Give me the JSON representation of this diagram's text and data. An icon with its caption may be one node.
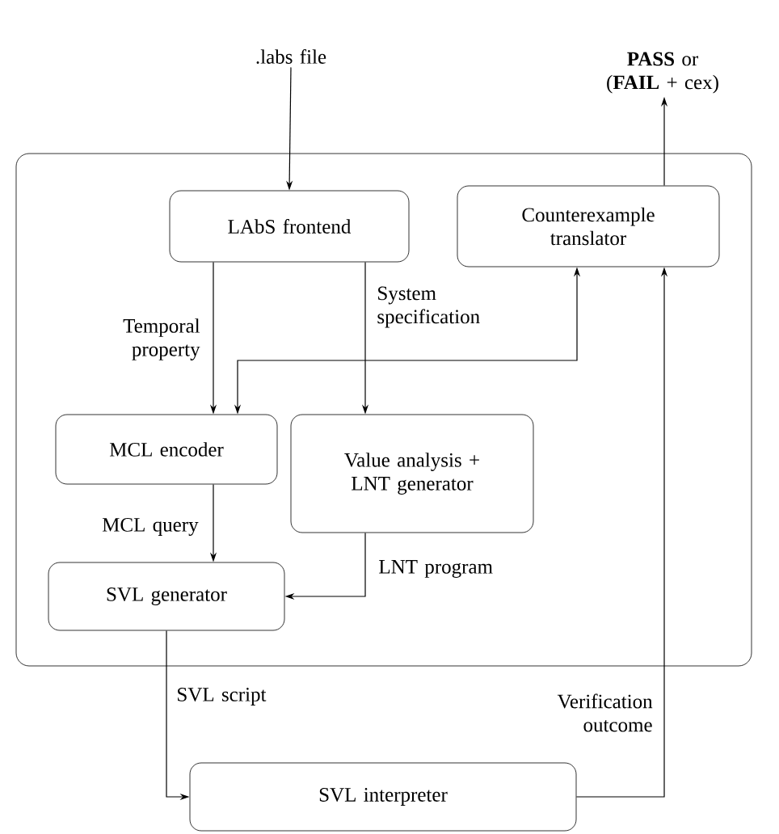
{
  "diagram": {
    "nodes": [
      {
        "text": [],
        "shape": "box"
      },
      {
        "text": [
          ".labs file"
        ]
      },
      {
        "text": [
          "LAbS frontend"
        ],
        "in": 0
      },
      {
        "text": [
          "Counterexample translator"
        ],
        "in": 0
      },
      {
        "text": [
          "MCL encoder"
        ],
        "in": 0
      },
      {
        "text": [
          "Value analysis + LNT generator"
        ],
        "in": 0
      },
      {
        "text": [
          "SVL generator"
        ],
        "in": 0
      },
      {
        "text": [
          "SVL interpreter"
        ]
      },
      {
        "text": [
          "**PASS** or (**FAIL** + cex)"
        ]
      }
    ],
    "edges": [
      {
        "from": 1,
        "to": 2,
        "arrow": "to"
      },
      {
        "from": 2,
        "to": 4,
        "arrow": "to",
        "label": "Temporal property"
      },
      {
        "from": 2,
        "to": 5,
        "arrow": "to",
        "label": "System specification"
      },
      {
        "from": 4,
        "to": 3,
        "arrow": "both"
      },
      {
        "from": 4,
        "to": 6,
        "arrow": "to",
        "label": "MCL query"
      },
      {
        "from": 5,
        "to": 6,
        "arrow": "to",
        "label": "LNT program"
      },
      {
        "from": 6,
        "to": 7,
        "arrow": "to",
        "label": "SVL script"
      },
      {
        "from": 7,
        "to": 3,
        "arrow": "to",
        "label": "Verification outcome"
      },
      {
        "from": 3,
        "to": 8,
        "arrow": "to"
      }
    ]
  }
}
